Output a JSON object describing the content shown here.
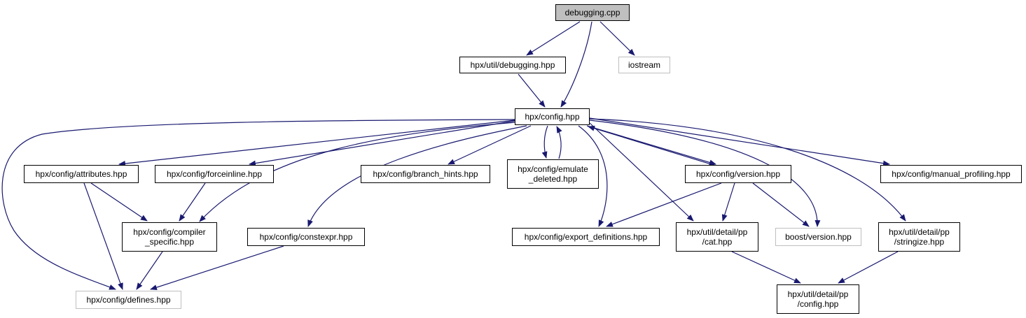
{
  "diagram": {
    "nodes": {
      "debugging_cpp": "debugging.cpp",
      "util_debugging": "hpx/util/debugging.hpp",
      "iostream": "iostream",
      "config_hpp": "hpx/config.hpp",
      "attributes": "hpx/config/attributes.hpp",
      "forceinline": "hpx/config/forceinline.hpp",
      "branch_hints": "hpx/config/branch_hints.hpp",
      "emulate_deleted": "hpx/config/emulate\n_deleted.hpp",
      "version_hpp": "hpx/config/version.hpp",
      "manual_profiling": "hpx/config/manual_profiling.hpp",
      "compiler_specific": "hpx/config/compiler\n_specific.hpp",
      "constexpr": "hpx/config/constexpr.hpp",
      "export_definitions": "hpx/config/export_definitions.hpp",
      "pp_cat": "hpx/util/detail/pp\n/cat.hpp",
      "boost_version": "boost/version.hpp",
      "pp_stringize": "hpx/util/detail/pp\n/stringize.hpp",
      "defines": "hpx/config/defines.hpp",
      "pp_config": "hpx/util/detail/pp\n/config.hpp"
    },
    "edge_color": "#191970",
    "external_border_color": "#bfbfbf",
    "root_fill": "#bfbfbf"
  }
}
